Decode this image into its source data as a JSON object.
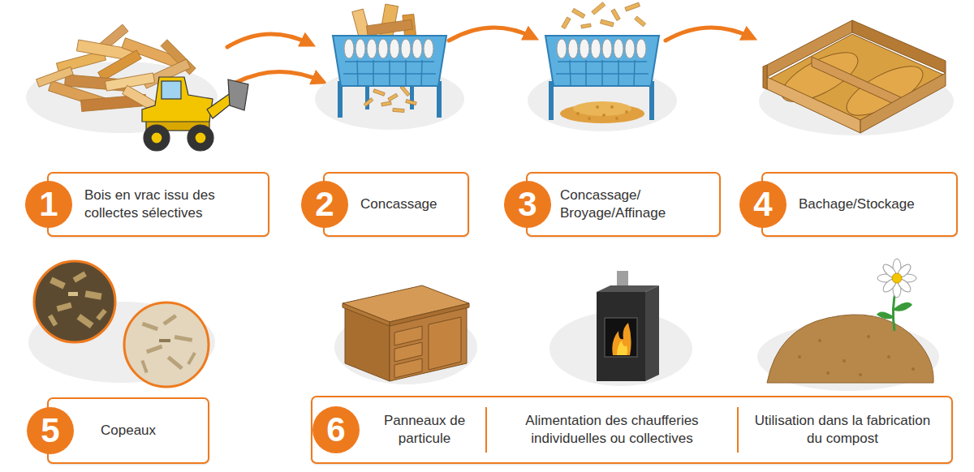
{
  "diagram": {
    "nodes": [
      {
        "text": [
          "1",
          "Bois en vrac issu des collectes sélectives"
        ]
      },
      {
        "text": [
          "2",
          "Concassage"
        ]
      },
      {
        "text": [
          "3",
          "Concassage/ Broyage/Affinage"
        ]
      },
      {
        "text": [
          "4",
          "Bachage/Stockage"
        ]
      },
      {
        "text": [
          "5",
          "Copeaux"
        ]
      },
      {
        "text": [
          "6",
          "Panneaux de particule",
          "Alimentation des chaufferies individuelles ou collectives",
          "Utilisation dans la fabrication du compost"
        ]
      }
    ]
  }
}
